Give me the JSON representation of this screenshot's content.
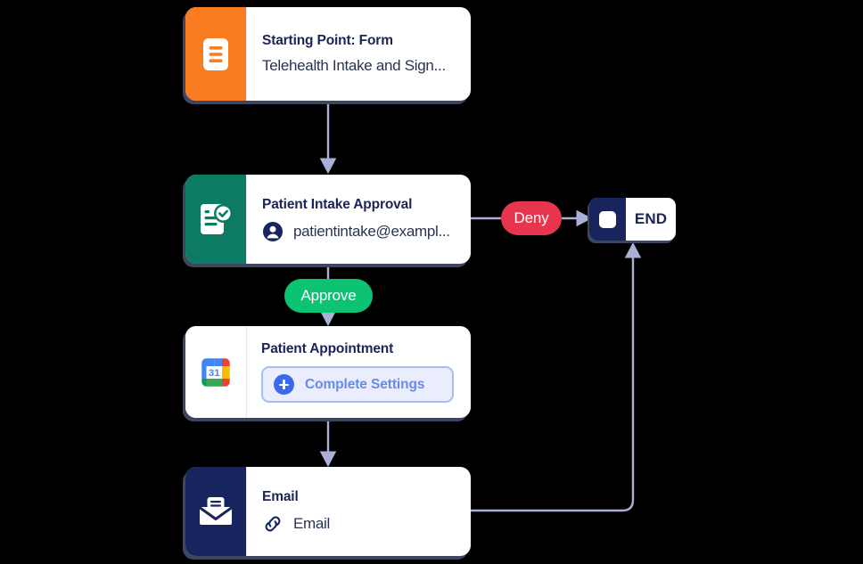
{
  "flow": {
    "nodes": [
      {
        "id": "form",
        "title": "Starting Point: Form",
        "subtitle": "Telehealth Intake and Sign...",
        "icon": "form-document-icon",
        "accent": "#f97d20"
      },
      {
        "id": "approval",
        "title": "Patient Intake Approval",
        "subtitle": "patientintake@exampl...",
        "icon": "approval-document-check-icon",
        "sub_icon": "user-avatar-icon",
        "accent": "#0d7a63"
      },
      {
        "id": "appointment",
        "title": "Patient Appointment",
        "button_label": "Complete Settings",
        "icon": "google-calendar-icon",
        "accent": "#ffffff"
      },
      {
        "id": "email",
        "title": "Email",
        "subtitle": "Email",
        "icon": "envelope-icon",
        "sub_icon": "link-chain-icon",
        "accent": "#17245e"
      }
    ],
    "end_node": {
      "label": "END",
      "icon": "stop-square-icon",
      "accent": "#17245e"
    },
    "badges": [
      {
        "id": "deny",
        "label": "Deny",
        "color": "#e8354e"
      },
      {
        "id": "approve",
        "label": "Approve",
        "color": "#0cc373"
      }
    ],
    "calendar_icon_day": "31",
    "connector_color": "#aab0d8",
    "background": "#000000"
  }
}
